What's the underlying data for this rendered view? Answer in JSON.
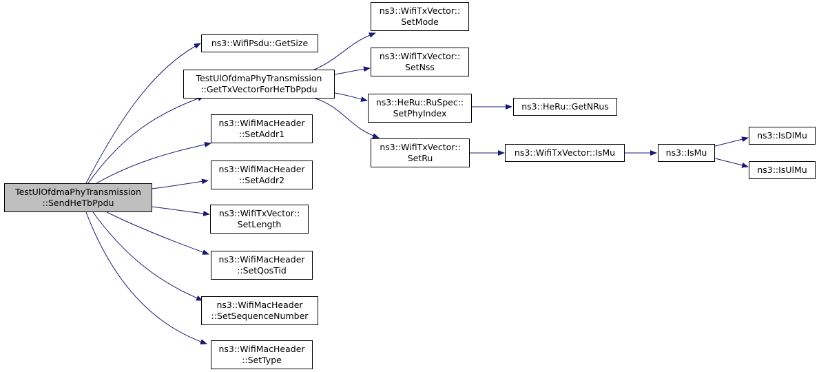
{
  "diagram": {
    "colors": {
      "edge": "#191970",
      "node_border": "#000000",
      "root_fill": "#bfbfbf",
      "node_fill": "#ffffff"
    },
    "nodes": {
      "send_he_tb_ppdu": {
        "lines": [
          "TestUlOfdmaPhyTransmission",
          "::SendHeTbPpdu"
        ]
      },
      "get_tx_vector_for_he_tb_ppdu": {
        "lines": [
          "TestUlOfdmaPhyTransmission",
          "::GetTxVectorForHeTbPpdu"
        ]
      },
      "wifi_psdu_get_size": {
        "lines": [
          "ns3::WifiPsdu::GetSize"
        ]
      },
      "set_addr1": {
        "lines": [
          "ns3::WifiMacHeader",
          "::SetAddr1"
        ]
      },
      "set_addr2": {
        "lines": [
          "ns3::WifiMacHeader",
          "::SetAddr2"
        ]
      },
      "set_length": {
        "lines": [
          "ns3::WifiTxVector::",
          "SetLength"
        ]
      },
      "set_qos_tid": {
        "lines": [
          "ns3::WifiMacHeader",
          "::SetQosTid"
        ]
      },
      "set_sequence_number": {
        "lines": [
          "ns3::WifiMacHeader",
          "::SetSequenceNumber"
        ]
      },
      "set_type": {
        "lines": [
          "ns3::WifiMacHeader",
          "::SetType"
        ]
      },
      "set_mode": {
        "lines": [
          "ns3::WifiTxVector::",
          "SetMode"
        ]
      },
      "set_nss": {
        "lines": [
          "ns3::WifiTxVector::",
          "SetNss"
        ]
      },
      "ru_spec_set_phy_index": {
        "lines": [
          "ns3::HeRu::RuSpec::",
          "SetPhyIndex"
        ]
      },
      "set_ru": {
        "lines": [
          "ns3::WifiTxVector::",
          "SetRu"
        ]
      },
      "he_ru_get_n_rus": {
        "lines": [
          "ns3::HeRu::GetNRus"
        ]
      },
      "wifi_tx_vector_is_mu": {
        "lines": [
          "ns3::WifiTxVector::IsMu"
        ]
      },
      "is_mu": {
        "lines": [
          "ns3::IsMu"
        ]
      },
      "is_dl_mu": {
        "lines": [
          "ns3::IsDlMu"
        ]
      },
      "is_ul_mu": {
        "lines": [
          "ns3::IsUlMu"
        ]
      }
    }
  }
}
